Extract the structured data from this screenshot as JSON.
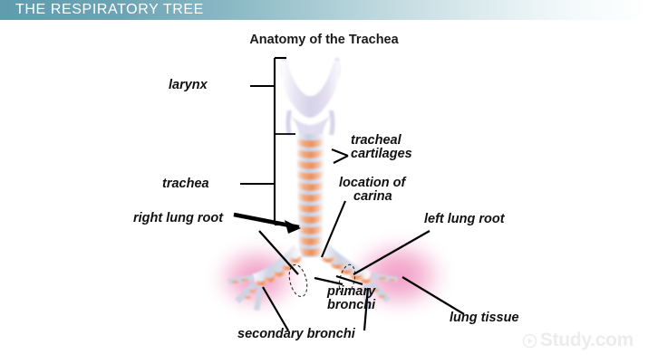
{
  "header": {
    "title": "THE RESPIRATORY TREE",
    "gradient_start": "#5f9cae",
    "gradient_end": "#ffffff",
    "text_color": "#ffffff"
  },
  "figure": {
    "title": "Anatomy of the Trachea",
    "background": "#ffffff"
  },
  "labels": {
    "larynx": "larynx",
    "trachea": "trachea",
    "right_lung_root": "right lung root",
    "tracheal_cartilages_line1": "tracheal",
    "tracheal_cartilages_line2": "cartilages",
    "location_of_carina_line1": "location of",
    "location_of_carina_line2": "carina",
    "left_lung_root": "left lung root",
    "primary_bronchi_line1": "primary",
    "primary_bronchi_line2": "bronchi",
    "lung_tissue": "lung tissue",
    "secondary_bronchi": "secondary bronchi"
  },
  "colors": {
    "larynx_cartilage": "#ded9ee",
    "trachea_tube": "#cdd3e4",
    "cartilage_ring": "#f2976a",
    "lung_tissue_pink": "#efa3c9",
    "leader_line": "#000000",
    "label_text": "#111111"
  },
  "watermark": {
    "text": "Study.com",
    "icon": "play-circle-icon",
    "color": "#ececec"
  }
}
